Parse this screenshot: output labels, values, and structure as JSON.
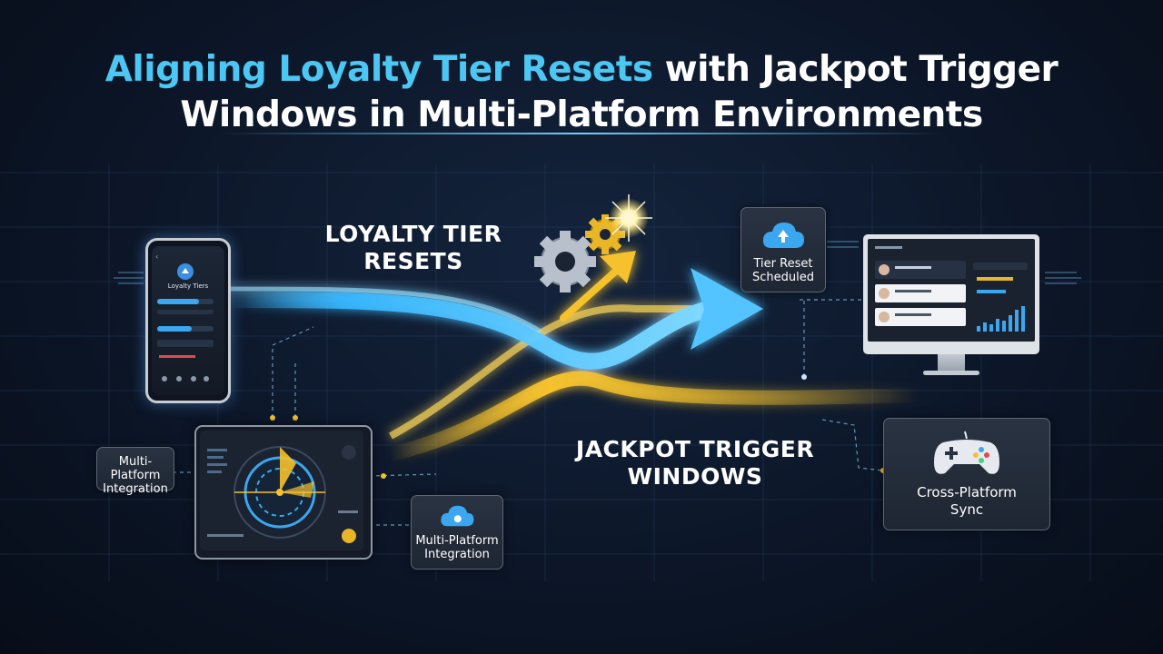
{
  "title": {
    "highlight": "Aligning Loyalty Tier Resets",
    "rest_line1": " with Jackpot Trigger",
    "line2": "Windows in Multi-Platform Environments"
  },
  "labels": {
    "loyalty_line1": "LOYALTY TIER",
    "loyalty_line2": "RESETS",
    "jackpot_line1": "JACKPOT TRIGGER",
    "jackpot_line2": "WINDOWS"
  },
  "cards": {
    "tier_reset_line1": "Tier Reset",
    "tier_reset_line2": "Scheduled",
    "multi_left_line1": "Multi-Platform",
    "multi_left_line2": "Integration",
    "multi_bottom_line1": "Multi-Platform",
    "multi_bottom_line2": "Integration",
    "cross_line1": "Cross-Platform",
    "cross_line2": "Sync"
  },
  "phone": {
    "header": "Loyalty Tiers"
  },
  "colors": {
    "blue_flow": "#38b8ff",
    "gold_flow": "#f5c22e",
    "title_highlight": "#4cc6f2",
    "background": "#0b1424"
  }
}
